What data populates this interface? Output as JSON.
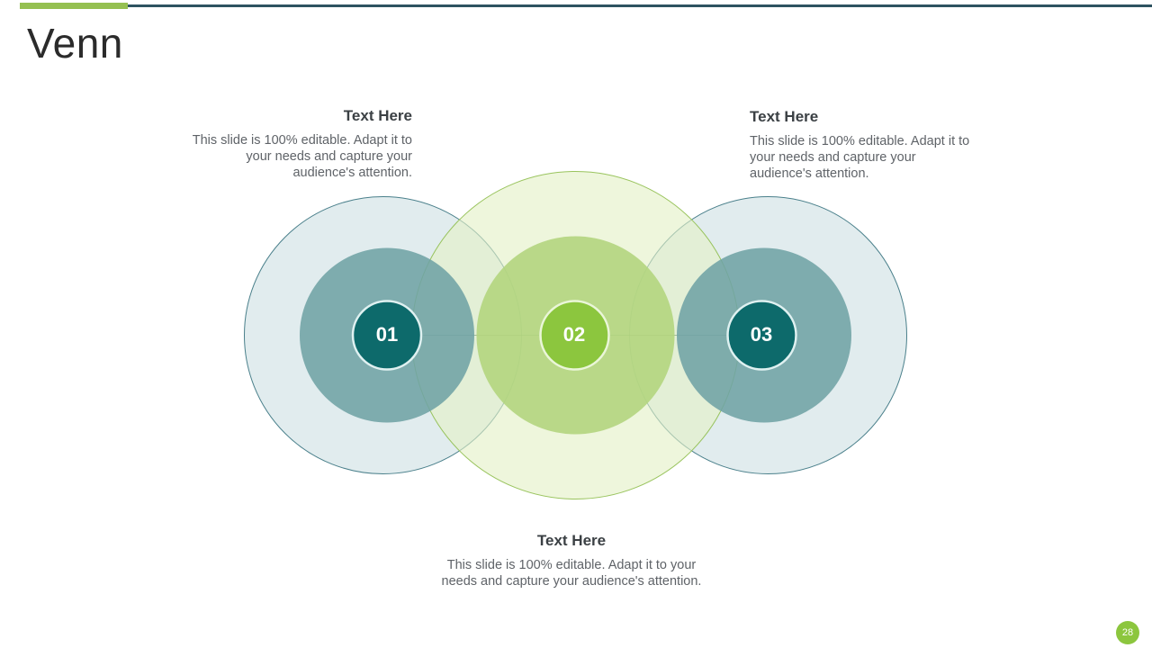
{
  "slide": {
    "title": "Venn",
    "page_number": "28"
  },
  "theme": {
    "accent_green": "#95c051",
    "accent_teal": "#2e5361",
    "badge_green": "#8cc63e",
    "badge_teal": "#0f6e6e",
    "inner_teal": "#77a8a8",
    "inner_green": "#b5d684",
    "outer_teal": "#dfe9ea",
    "outer_green": "#f2f8e6",
    "outer_teal_stroke": "#2d6b78",
    "outer_green_stroke": "#8fbe4e",
    "heading_color": "#3b4044",
    "body_color": "#5f6368",
    "title_color": "#2b2b2b"
  },
  "callouts": {
    "left": {
      "heading": "Text Here",
      "body": "This slide is 100% editable. Adapt it to your needs and capture your audience's attention."
    },
    "right": {
      "heading": "Text Here",
      "body": "This slide is 100% editable. Adapt it to your needs and capture your audience's attention."
    },
    "bottom": {
      "heading": "Text Here",
      "body": "This slide is 100% editable. Adapt it to your needs and capture your audience's attention."
    }
  },
  "venn": {
    "numbers": [
      {
        "label": "01"
      },
      {
        "label": "02"
      },
      {
        "label": "03"
      }
    ]
  }
}
